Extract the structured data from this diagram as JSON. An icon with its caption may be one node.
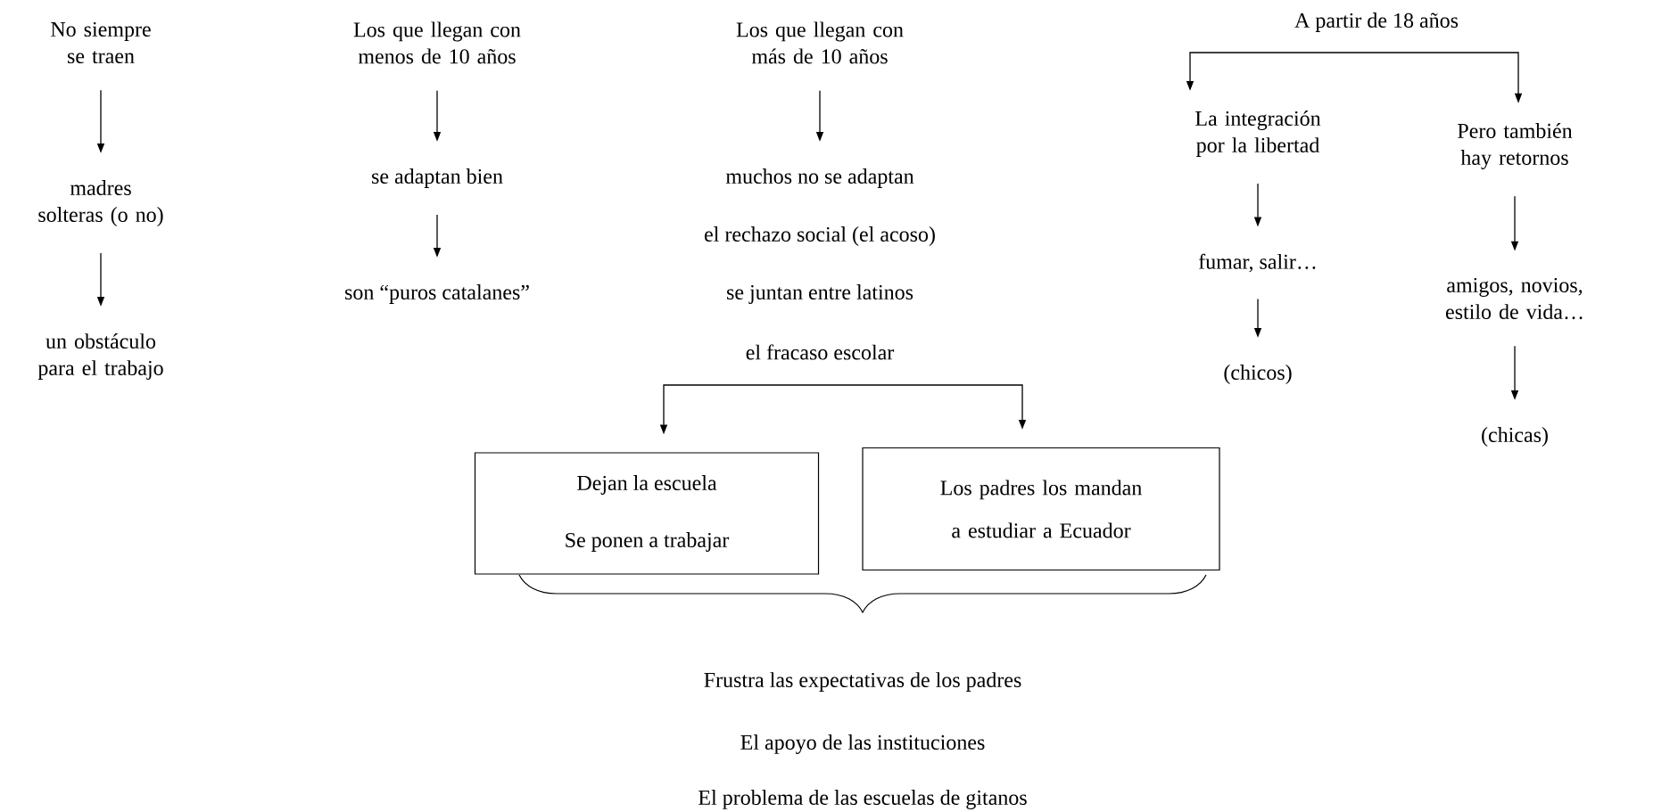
{
  "diagram": {
    "nodes": [
      {
        "text": [
          "No siempre se traen"
        ]
      },
      {
        "text": [
          "madres solteras (o no)"
        ]
      },
      {
        "text": [
          "un obstáculo para el trabajo"
        ]
      },
      {
        "text": [
          "Los que llegan con menos de 10 años"
        ]
      },
      {
        "text": [
          "se adaptan bien"
        ]
      },
      {
        "text": [
          "son “puros catalanes”"
        ]
      },
      {
        "text": [
          "Los que llegan con más de 10 años"
        ]
      },
      {
        "text": [
          "muchos no se adaptan"
        ]
      },
      {
        "text": [
          "el fracaso escolar"
        ]
      },
      {
        "text": [
          "Dejan la escuela",
          "Se ponen a trabajar"
        ]
      },
      {
        "text": [
          "Los padres los mandan a estudiar a Ecuador"
        ]
      },
      {
        "text": [
          "A partir de 18 años"
        ]
      },
      {
        "text": [
          "La integración por la libertad"
        ]
      },
      {
        "text": [
          "fumar, salir…"
        ]
      },
      {
        "text": [
          "(chicos)"
        ]
      },
      {
        "text": [
          "Pero también hay retornos"
        ]
      },
      {
        "text": [
          "amigos, novios, estilo de vida…"
        ]
      },
      {
        "text": [
          "(chicas)"
        ]
      }
    ],
    "edges": [
      {
        "from": 0,
        "to": 1,
        "arrow": "to"
      },
      {
        "from": 1,
        "to": 2,
        "arrow": "to"
      },
      {
        "from": 3,
        "to": 4,
        "arrow": "to"
      },
      {
        "from": 4,
        "to": 5,
        "arrow": "to"
      },
      {
        "from": 6,
        "to": 7,
        "arrow": "to"
      },
      {
        "from": 8,
        "to": 9,
        "arrow": "to"
      },
      {
        "from": 8,
        "to": 10,
        "arrow": "to"
      },
      {
        "from": 11,
        "to": 12,
        "arrow": "to"
      },
      {
        "from": 11,
        "to": 15,
        "arrow": "to"
      },
      {
        "from": 12,
        "to": 13,
        "arrow": "to"
      },
      {
        "from": 13,
        "to": 14,
        "arrow": "to"
      },
      {
        "from": 15,
        "to": 16,
        "arrow": "to"
      },
      {
        "from": 16,
        "to": 17,
        "arrow": "to"
      }
    ],
    "labels": [
      "el rechazo social (el acoso)",
      "se juntan entre latinos",
      "Frustra las expectativas de los padres",
      "El apoyo de las instituciones",
      "El problema de las escuelas de gitanos"
    ]
  }
}
